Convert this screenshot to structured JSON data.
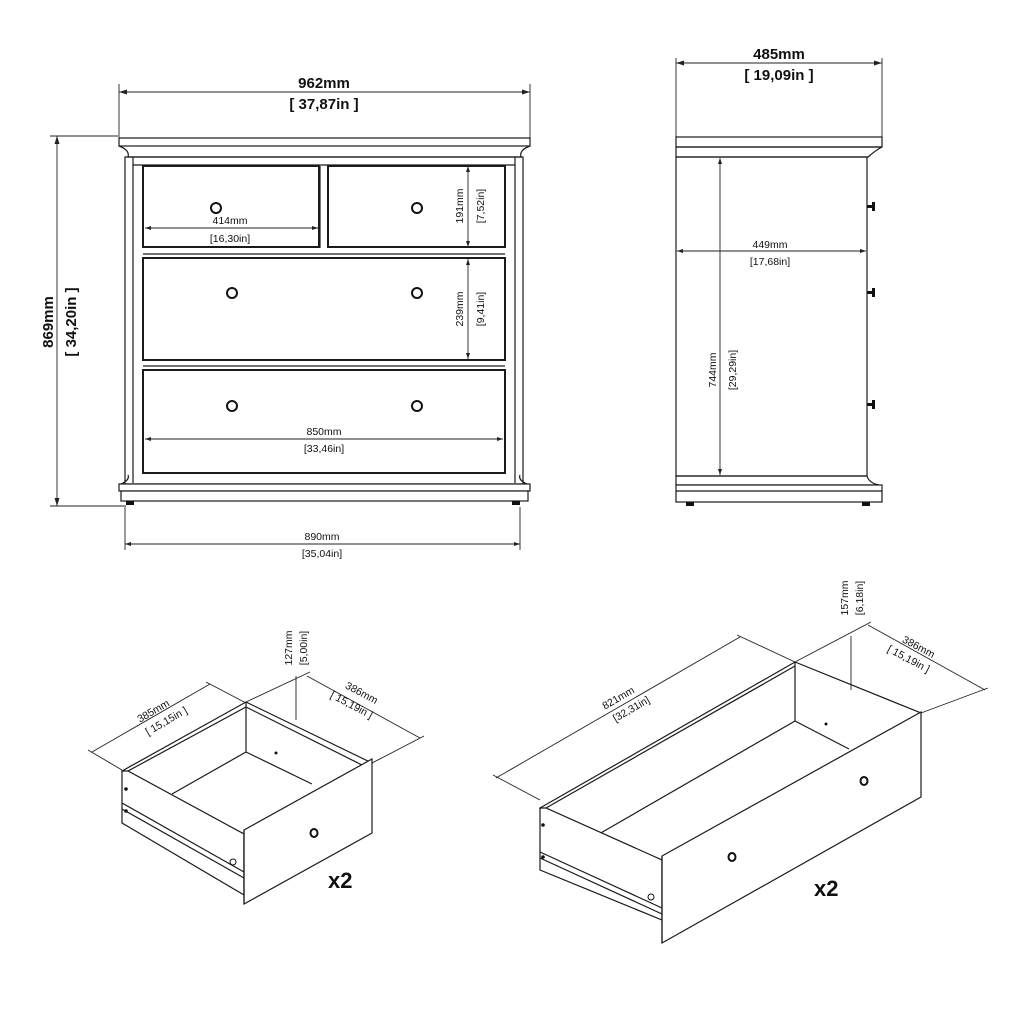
{
  "front_view": {
    "overall_width": {
      "mm": "962mm",
      "in": "[ 37,87in ]"
    },
    "overall_height": {
      "mm": "869mm",
      "in": "[ 34,20in ]"
    },
    "small_drawer_width": {
      "mm": "414mm",
      "in": "[16,30in]"
    },
    "small_drawer_height": {
      "mm": "191mm",
      "in": "[7,52in]"
    },
    "middle_drawer_height": {
      "mm": "239mm",
      "in": "[9,41in]"
    },
    "drawer_front_width": {
      "mm": "850mm",
      "in": "[33,46in]"
    },
    "body_width": {
      "mm": "890mm",
      "in": "[35,04in]"
    }
  },
  "side_view": {
    "overall_depth": {
      "mm": "485mm",
      "in": "[ 19,09in ]"
    },
    "body_depth": {
      "mm": "449mm",
      "in": "[17,68in]"
    },
    "body_height": {
      "mm": "744mm",
      "in": "[29,29in]"
    }
  },
  "small_drawer": {
    "length": {
      "mm": "385mm",
      "in": "[ 15,15in ]"
    },
    "depth": {
      "mm": "386mm",
      "in": "[ 15,19in ]"
    },
    "height": {
      "mm": "127mm",
      "in": "[5,00in]"
    },
    "quantity": "x2"
  },
  "large_drawer": {
    "length": {
      "mm": "821mm",
      "in": "[32,31in]"
    },
    "depth": {
      "mm": "386mm",
      "in": "[ 15,19in ]"
    },
    "height": {
      "mm": "157mm",
      "in": "[6,18in]"
    },
    "quantity": "x2"
  }
}
